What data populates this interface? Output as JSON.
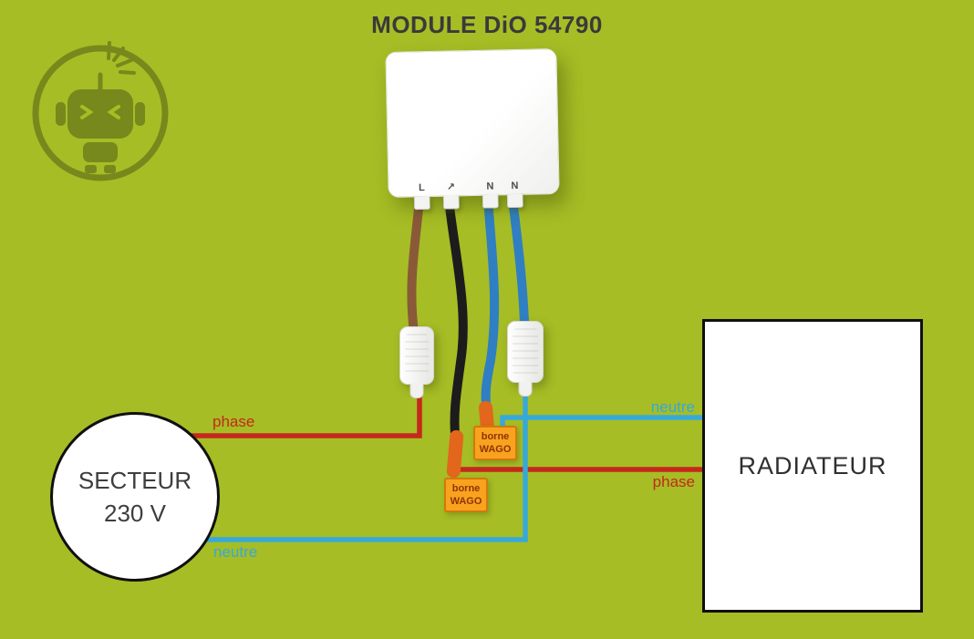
{
  "title": "MODULE DiO 54790",
  "module": {
    "terminals": [
      "L",
      "↗",
      "N",
      "N"
    ]
  },
  "connectors": {
    "wago_line1": "borne",
    "wago_line2": "WAGO"
  },
  "wire_labels": {
    "phase_left": "phase",
    "neutre_left": "neutre",
    "phase_right": "phase",
    "neutre_right": "neutre"
  },
  "source": {
    "name": "SECTEUR",
    "voltage": "230 V"
  },
  "load": {
    "name": "RADIATEUR"
  },
  "colors": {
    "background": "#a6bd25",
    "phase": "#c5281c",
    "neutre": "#36a9da",
    "brown_wire": "#8a5a38",
    "black_wire": "#1c1c1c",
    "blue_wire": "#2f7fc2",
    "wago_orange": "#f9a21f",
    "tip_orange": "#e2661c",
    "logo_olive": "#75861c"
  }
}
